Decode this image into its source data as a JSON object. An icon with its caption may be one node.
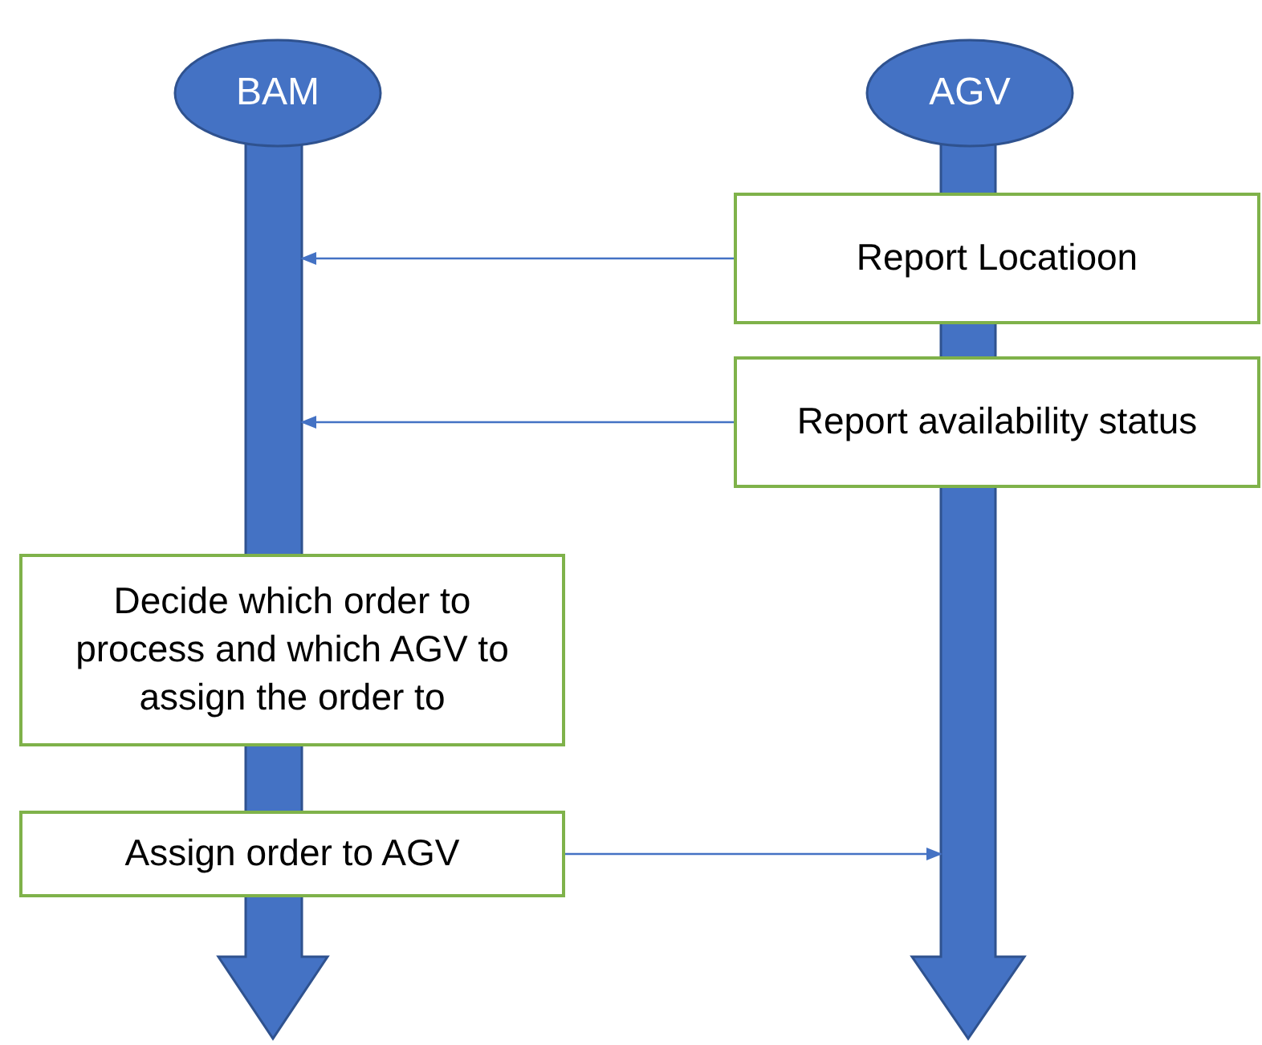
{
  "diagram": {
    "nodes": [
      {
        "text": [
          "BAM"
        ]
      },
      {
        "text": [
          "AGV"
        ]
      },
      {
        "text": [
          "Report Locatioon"
        ]
      },
      {
        "text": [
          "Report availability status"
        ]
      },
      {
        "text": [
          "Decide which order to process and which AGV to assign the order to"
        ]
      },
      {
        "text": [
          "Assign order to AGV"
        ]
      }
    ],
    "edges": [
      {
        "from": 0,
        "to": null,
        "arrow": "to",
        "style": "thick"
      },
      {
        "from": 1,
        "to": null,
        "arrow": "to",
        "style": "thick"
      },
      {
        "from": 2,
        "to": null,
        "arrow": "to"
      },
      {
        "from": 3,
        "to": null,
        "arrow": "to"
      },
      {
        "from": 5,
        "to": null,
        "arrow": "to"
      }
    ]
  }
}
